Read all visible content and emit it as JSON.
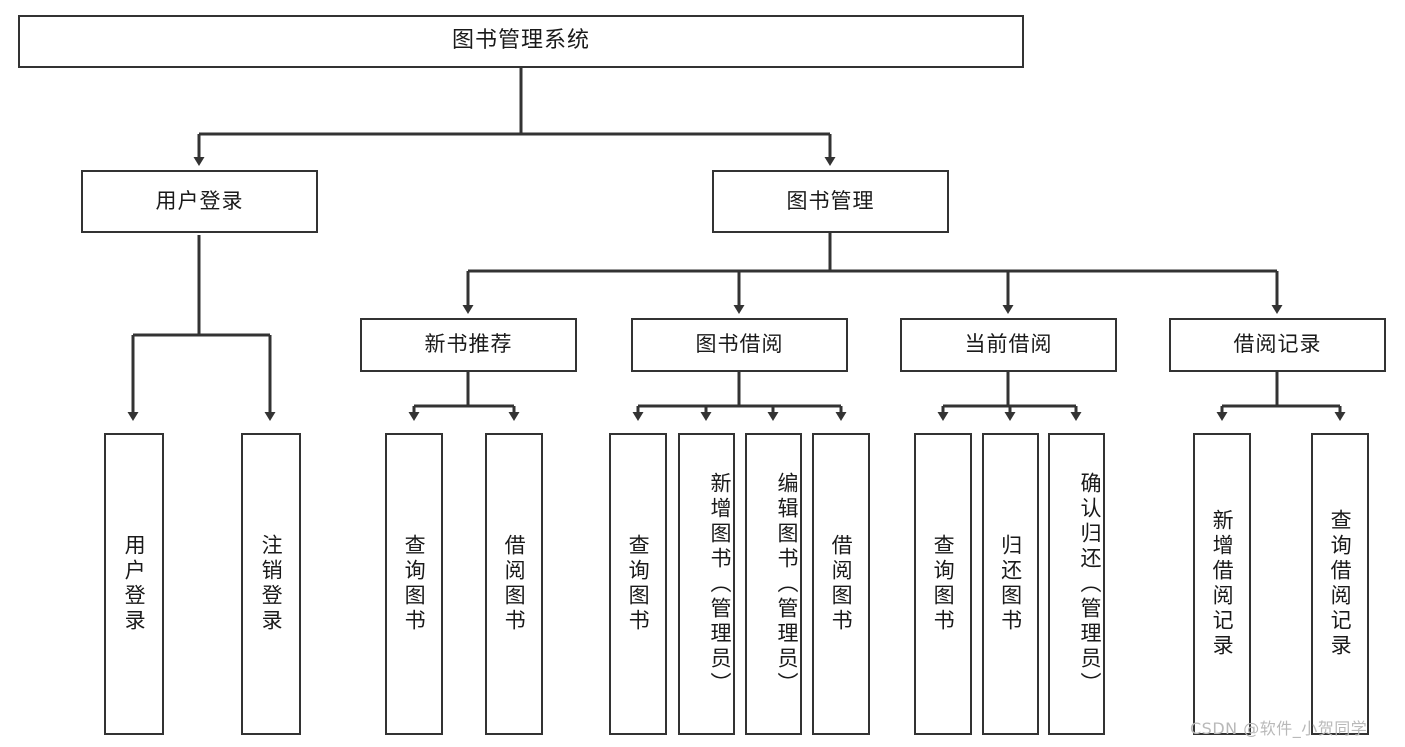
{
  "diagram": {
    "title": "图书管理系统",
    "type": "tree",
    "colors": {
      "box_border": "#333333",
      "box_fill": "#ffffff",
      "line": "#333333",
      "text": "#1a1a1a",
      "watermark": "#b9b9b9",
      "background": "#ffffff"
    },
    "root": {
      "label": "图书管理系统"
    },
    "level2": [
      {
        "id": "user-login",
        "label": "用户登录"
      },
      {
        "id": "book-management",
        "label": "图书管理"
      }
    ],
    "level3": [
      {
        "id": "new-book-recommend",
        "label": "新书推荐",
        "parent": "book-management"
      },
      {
        "id": "book-borrow",
        "label": "图书借阅",
        "parent": "book-management"
      },
      {
        "id": "current-borrow",
        "label": "当前借阅",
        "parent": "book-management"
      },
      {
        "id": "borrow-record",
        "label": "借阅记录",
        "parent": "book-management"
      }
    ],
    "leaves": [
      {
        "id": "leaf-user-login",
        "label": "用户登录",
        "parent": "user-login",
        "align": "center"
      },
      {
        "id": "leaf-logout-login",
        "label": "注销登录",
        "parent": "user-login",
        "align": "center"
      },
      {
        "id": "leaf-query-book-1",
        "label": "查询图书",
        "parent": "new-book-recommend",
        "align": "center"
      },
      {
        "id": "leaf-borrow-book-1",
        "label": "借阅图书",
        "parent": "new-book-recommend",
        "align": "center"
      },
      {
        "id": "leaf-query-book-2",
        "label": "查询图书",
        "parent": "book-borrow",
        "align": "center"
      },
      {
        "id": "leaf-add-book-admin",
        "label": "新增图书（管理员）",
        "parent": "book-borrow",
        "align": "top"
      },
      {
        "id": "leaf-edit-book-admin",
        "label": "编辑图书（管理员）",
        "parent": "book-borrow",
        "align": "top"
      },
      {
        "id": "leaf-borrow-book-2",
        "label": "借阅图书",
        "parent": "book-borrow",
        "align": "center"
      },
      {
        "id": "leaf-query-book-3",
        "label": "查询图书",
        "parent": "current-borrow",
        "align": "center"
      },
      {
        "id": "leaf-return-book",
        "label": "归还图书",
        "parent": "current-borrow",
        "align": "center"
      },
      {
        "id": "leaf-confirm-return-admin",
        "label": "确认归还（管理员）",
        "parent": "current-borrow",
        "align": "top"
      },
      {
        "id": "leaf-add-borrow-record",
        "label": "新增借阅记录",
        "parent": "borrow-record",
        "align": "center"
      },
      {
        "id": "leaf-query-borrow-record",
        "label": "查询借阅记录",
        "parent": "borrow-record",
        "align": "center"
      }
    ]
  },
  "watermark": {
    "text": "CSDN @软件_小贺同学"
  }
}
